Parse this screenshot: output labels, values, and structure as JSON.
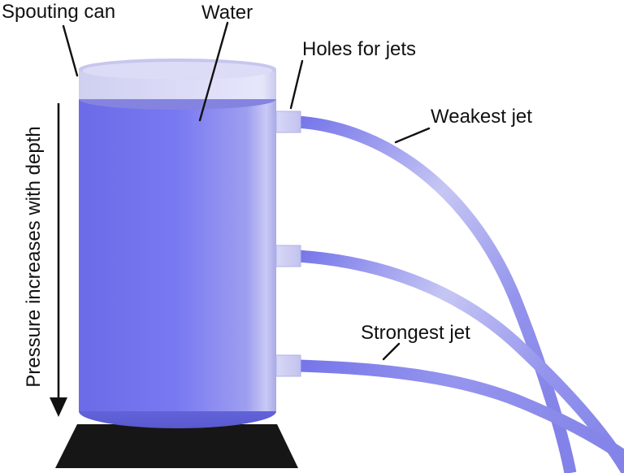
{
  "diagram": {
    "title_context": "Spouting can pressure demonstration",
    "labels": {
      "spouting_can": "Spouting can",
      "water": "Water",
      "holes_for_jets": "Holes for jets",
      "weakest_jet": "Weakest jet",
      "strongest_jet": "Strongest jet",
      "pressure_axis": "Pressure increases with depth"
    },
    "colors": {
      "line": "#111111",
      "base": "#161616",
      "water_left": "#6b6be7",
      "water_mid": "#7979f2",
      "water_right": "#9e9ef0",
      "water_edge_light": "#c9c9f5",
      "water_edge_dim": "#a9a9e6",
      "water_surface": "#8484e0",
      "top_left": "#cfcff0",
      "top_mid": "#dcdcf8",
      "top_light": "#e6e6fb",
      "top_edge": "#c9c9ec",
      "can_rim": "#c6c6ee",
      "rim_inner": "#dcdcf7",
      "cap_top": "#6c6ce2",
      "cap_bottom": "#5959d0",
      "spout_light": "#d8d8f7",
      "spout_dark": "#c2c2ef",
      "spout_stroke": "#b2b2e8",
      "jet_dark": "#7575ea",
      "jet_light": "#c6c6f4",
      "jet_mid": "#9595ee",
      "jet_end": "#8282e8"
    }
  }
}
